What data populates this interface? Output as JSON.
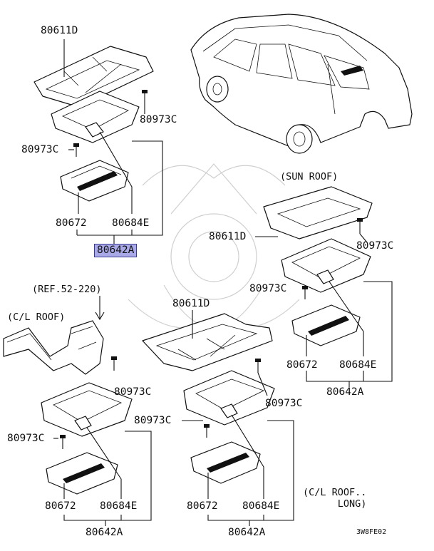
{
  "labels": {
    "a_80611d": "80611D",
    "a_80973c_1": "80973C",
    "a_80973c_2": "80973C",
    "a_80672": "80672",
    "a_80684e": "80684E",
    "a_80642a": "80642A",
    "sun_title": "(SUN ROOF)",
    "b_80611d": "80611D",
    "b_80973c_1": "80973C",
    "b_80973c_2": "80973C",
    "b_80672": "80672",
    "b_80684e": "80684E",
    "b_80642a": "80642A",
    "ref": "(REF.52-220)",
    "cl_title": "(C/L ROOF)",
    "c_80973c_1": "80973C",
    "c_80973c_2": "80973C",
    "c_80672": "80672",
    "c_80684e": "80684E",
    "c_80642a": "80642A",
    "d_80611d": "80611D",
    "d_80973c_1": "80973C",
    "d_80973c_2": "80973C",
    "d_80672": "80672",
    "d_80684e": "80684E",
    "d_80642a": "80642A",
    "cl_long": "(C/L ROOF..\n      LONG)",
    "code": "3W8FE02"
  },
  "highlight_color": "#a9a9e8"
}
